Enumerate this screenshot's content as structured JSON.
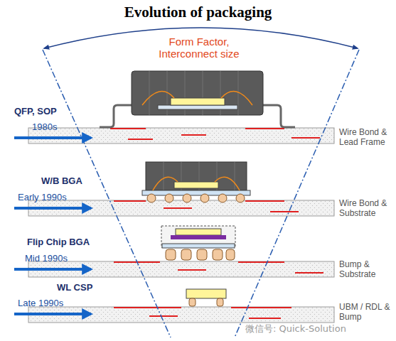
{
  "diagram": {
    "title": "Evolution of packaging",
    "labels": [
      "Form Factor, Interconnect size",
      "QFP, SOP",
      "1980s",
      "W/B BGA",
      "Early 1990s",
      "Flip Chip BGA",
      "Mid 1990s",
      "WL CSP",
      "Late 1990s",
      "Wire Bond & Lead Frame",
      "Wire Bond & Substrate",
      "Bump & Substrate",
      "UBM / RDL & Bump",
      "微信号: Quick-Solution"
    ]
  }
}
